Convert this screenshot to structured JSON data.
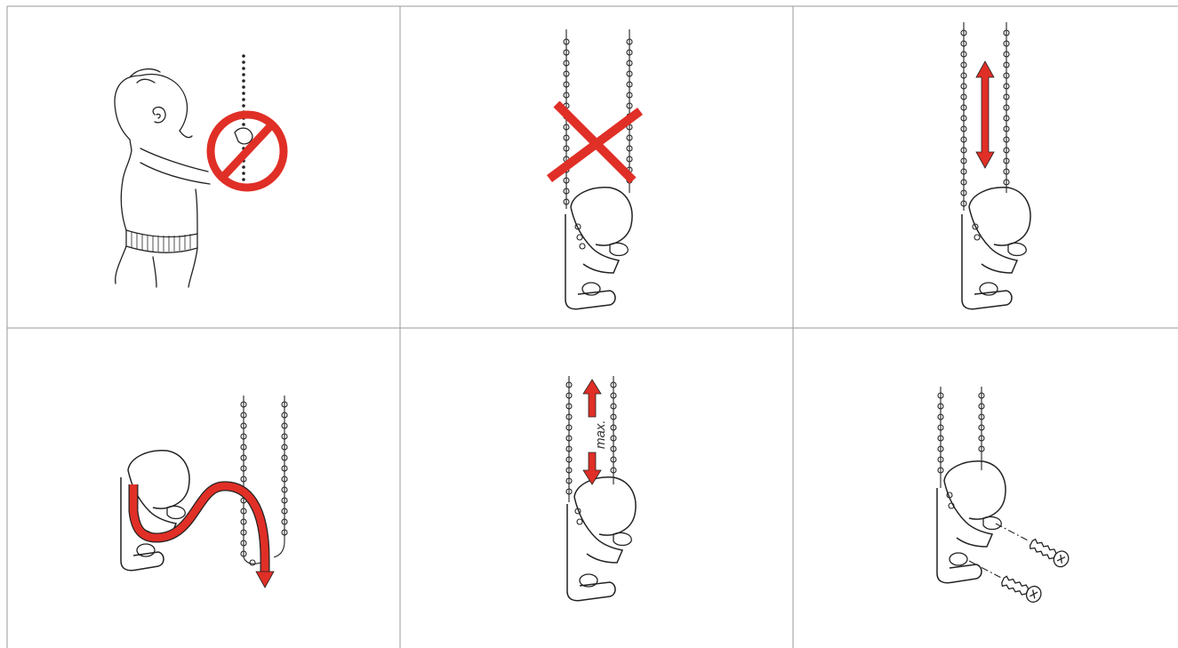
{
  "sheet": {
    "title": ""
  },
  "colors": {
    "accent": "#e02f26",
    "line": "#222222",
    "border": "#9a9a9a"
  },
  "panels": [
    {
      "id": "child-warning",
      "icon": "no-child-icon"
    },
    {
      "id": "chain-not-tensioned",
      "icon": "cross-icon"
    },
    {
      "id": "chain-tension",
      "icon": "double-arrow-icon"
    },
    {
      "id": "thread-chain",
      "icon": "curved-arrow-icon"
    },
    {
      "id": "max-distance",
      "icon": "double-arrow-icon",
      "label": "max."
    },
    {
      "id": "screw-mount",
      "icon": "screw-icon"
    }
  ]
}
